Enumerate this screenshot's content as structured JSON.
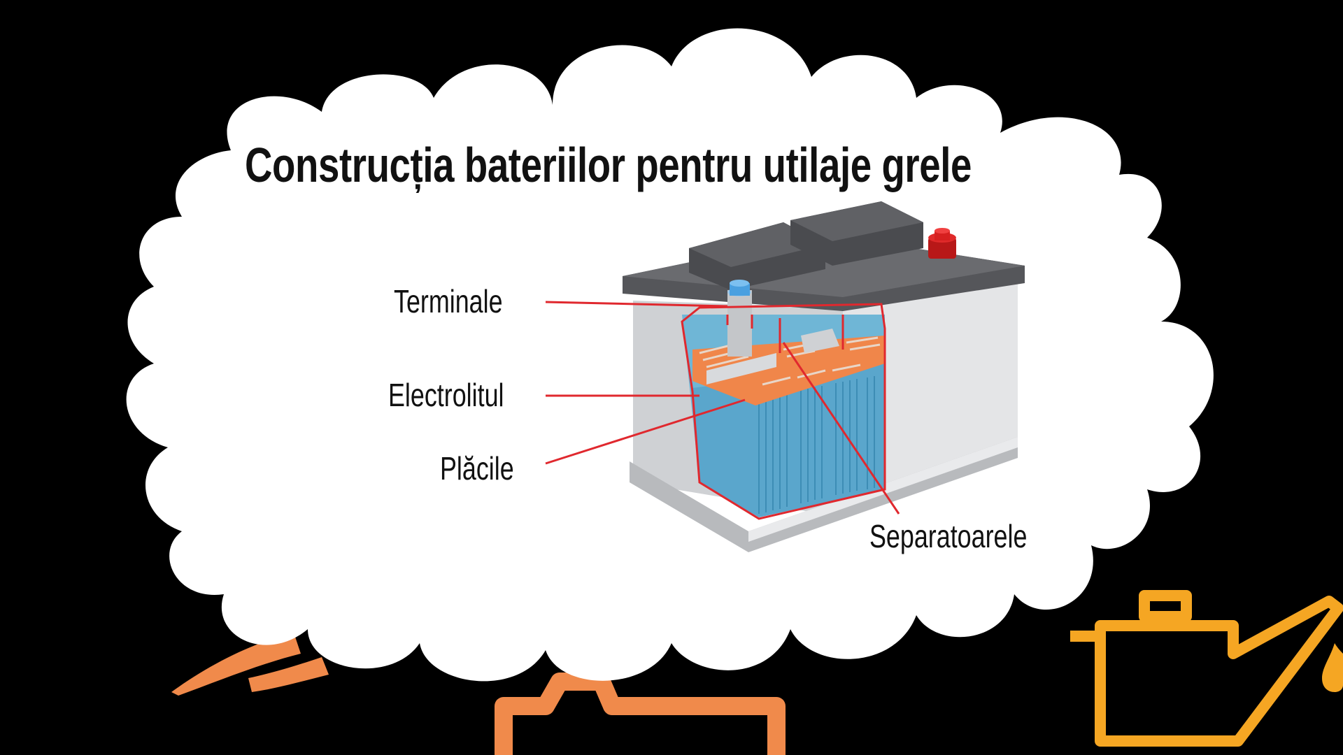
{
  "title": "Construcția bateriilor pentru utilaje grele",
  "labels": {
    "terminals": "Terminale",
    "electrolyte": "Electrolitul",
    "plates": "Plăcile",
    "separators": "Separatoarele"
  },
  "icons": [
    "cloud-shape",
    "car-battery-illustration",
    "oil-can-icon",
    "engine-icon",
    "warning-light-icon"
  ],
  "colors": {
    "background": "#000000",
    "cloud": "#ffffff",
    "callout_line": "#e0282e",
    "oil_can": "#f5a623",
    "engine": "#f08a4b",
    "battery_lid": "#4a4a4c",
    "battery_case": "#d8dadd",
    "electrolyte": "#5ab0d6",
    "plate_top": "#f0864a",
    "terminal_cap": "#d62020"
  }
}
